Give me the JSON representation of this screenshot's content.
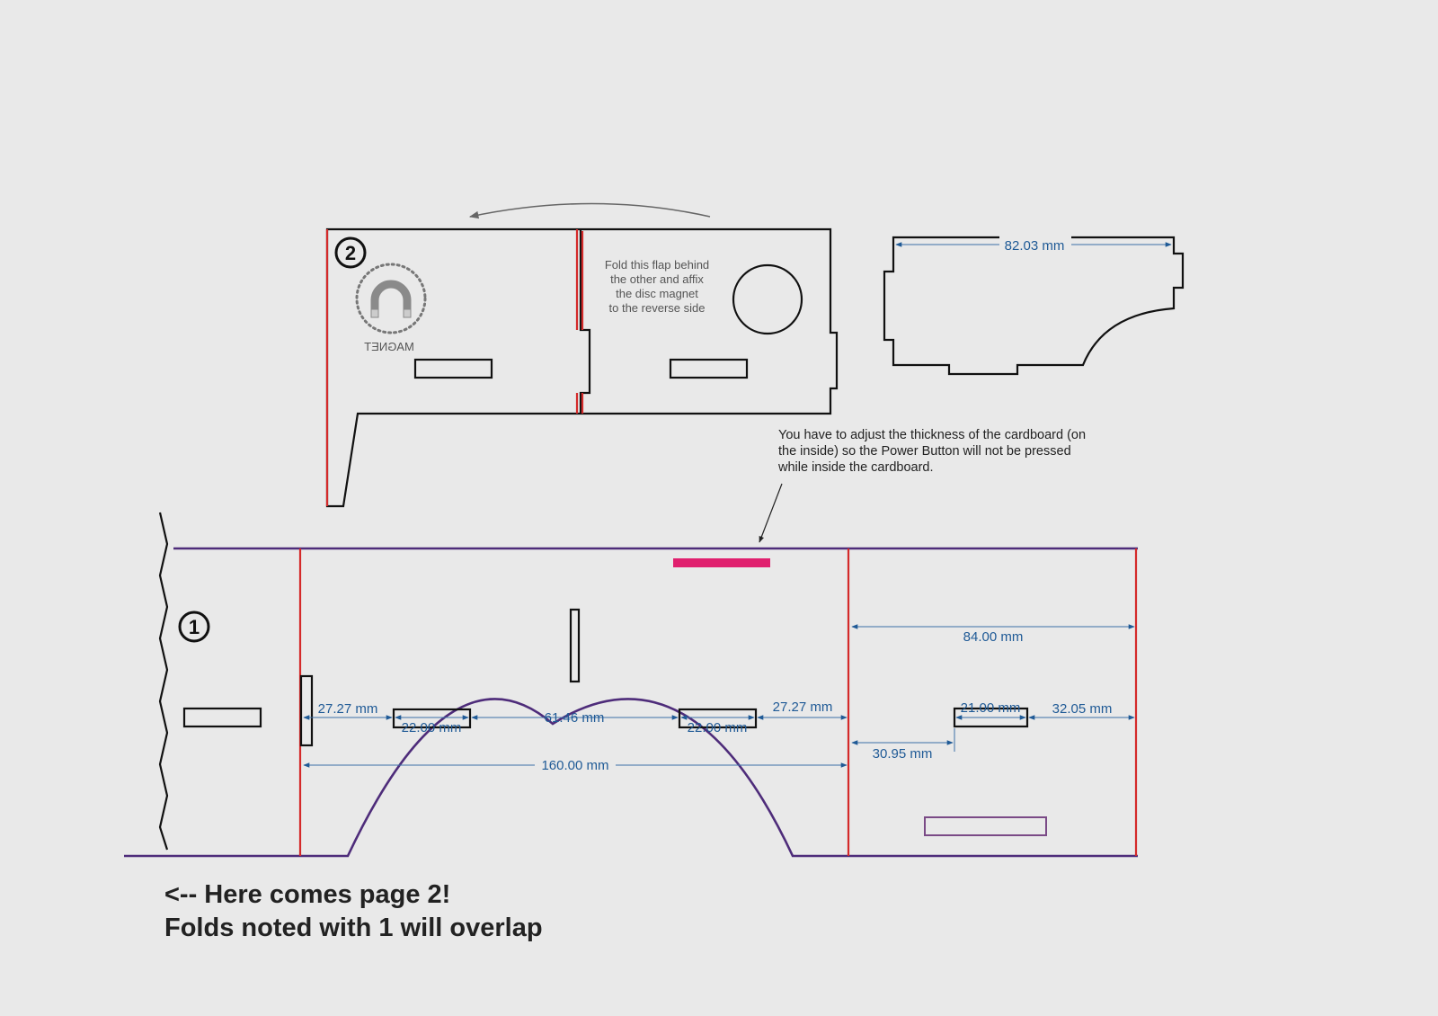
{
  "colors": {
    "background": "#e9e9e9",
    "cut_line": "#111111",
    "fold_line": "#d42a2a",
    "outer_edge": "#4e2c7a",
    "dimension": "#1f5a96",
    "power_button_marker": "#e0206e",
    "slot_outline_purple": "#7a4a86"
  },
  "piece2": {
    "badge": "2",
    "magnet_label": "MAGNET",
    "magnet_icon": "horseshoe-magnet-icon",
    "flap_note": [
      "Fold this flap behind",
      "the other and affix",
      "the disc magnet",
      "to the reverse side"
    ]
  },
  "side_piece": {
    "width_label": "82.03 mm"
  },
  "annotation": {
    "lines": [
      "You have to adjust the thickness of the cardboard (on",
      "the inside) so the Power Button will not be pressed",
      "while inside the cardboard."
    ]
  },
  "piece1": {
    "badge": "1",
    "dims": {
      "left_gap": "27.27 mm",
      "slot_left": "22.00 mm",
      "center_gap": "61.46 mm",
      "slot_right": "22.00 mm",
      "right_gap": "27.27 mm",
      "total_width": "160.00 mm",
      "section_width": "84.00 mm",
      "small_slot": "21.00 mm",
      "small_right": "32.05 mm",
      "small_left": "30.95 mm"
    }
  },
  "footer": {
    "line1": "<-- Here comes page 2!",
    "line2": "Folds noted with 1 will overlap"
  }
}
